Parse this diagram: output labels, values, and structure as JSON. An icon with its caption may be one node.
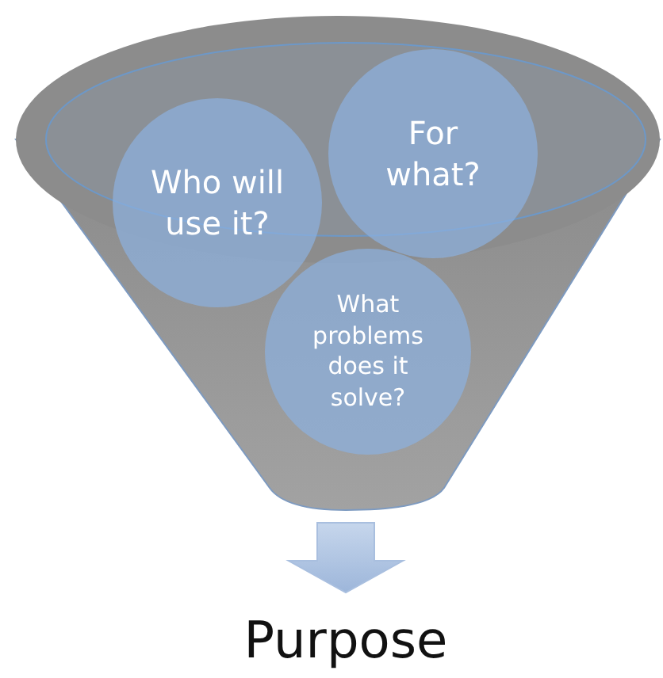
{
  "diagram": {
    "nodes": [
      {
        "text": [],
        "shape": "funnel"
      },
      {
        "text": [
          "Who will use it?"
        ]
      },
      {
        "text": [
          "For what?"
        ]
      },
      {
        "text": [
          "What problems does it solve?"
        ],
        "in": 0
      },
      {
        "text": [
          "Purpose"
        ]
      }
    ],
    "edges": [
      {
        "from": 0,
        "to": 4,
        "arrow": "to"
      }
    ]
  }
}
